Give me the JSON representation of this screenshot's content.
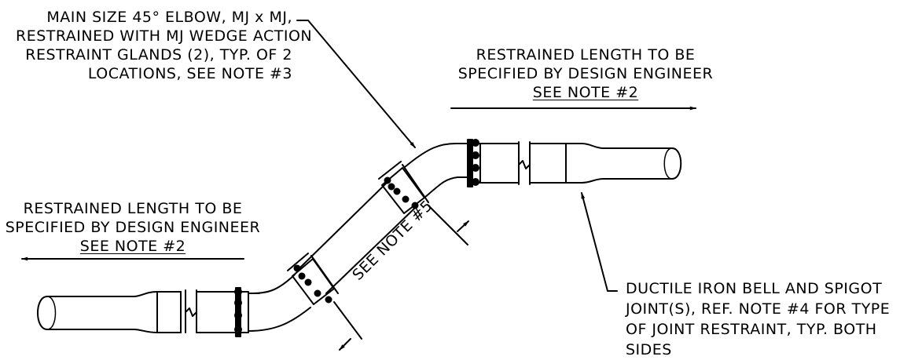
{
  "callouts": {
    "elbow": {
      "lines": [
        "MAIN SIZE 45° ELBOW, MJ x MJ,",
        "RESTRAINED WITH MJ WEDGE ACTION",
        "RESTRAINT GLANDS (2), TYP. OF 2",
        "LOCATIONS, SEE NOTE #3"
      ]
    },
    "restrained_right": {
      "line1": "RESTRAINED LENGTH TO BE",
      "line2": "SPECIFIED BY DESIGN ENGINEER",
      "line3": "SEE NOTE #2"
    },
    "restrained_left": {
      "line1": "RESTRAINED LENGTH TO BE",
      "line2": "SPECIFIED BY DESIGN ENGINEER",
      "line3": "SEE NOTE #2"
    },
    "see_note_5": "SEE NOTE #5",
    "bell_spigot": {
      "lines": [
        "DUCTILE IRON BELL AND SPIGOT",
        "JOINT(S), REF. NOTE #4 FOR TYPE",
        "OF JOINT RESTRAINT, TYP. BOTH",
        "SIDES"
      ]
    }
  }
}
